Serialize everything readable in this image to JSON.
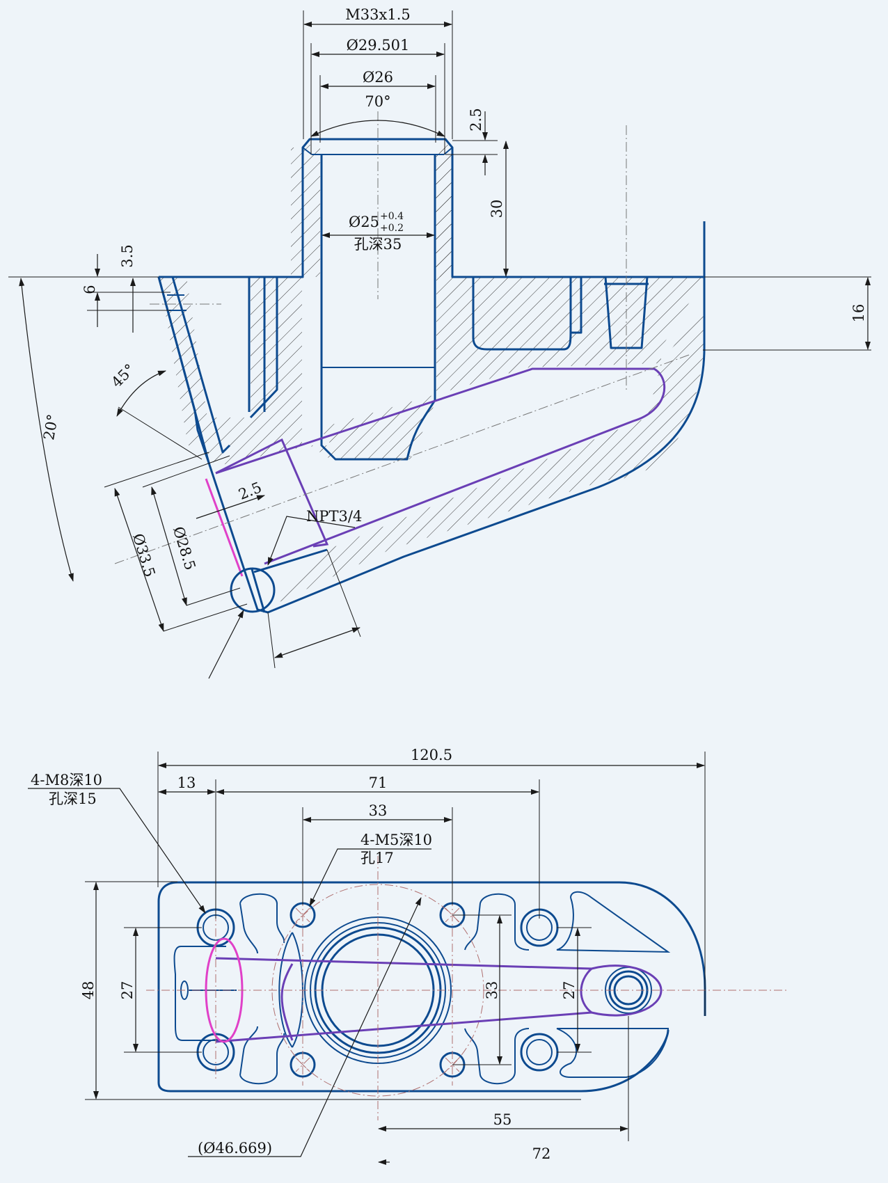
{
  "section_view": {
    "thread_label": "M33x1.5",
    "dia_29": "Ø29.501",
    "dia_26": "Ø26",
    "angle_70": "70°",
    "chamfer_2_5": "2.5",
    "depth_30": "30",
    "bore_dia": "Ø25",
    "bore_tol_upper": "+0.4",
    "bore_tol_lower": "+0.2",
    "bore_depth": "孔深35",
    "dim_3_5": "3.5",
    "dim_6": "6",
    "dim_16": "16",
    "angle_45": "45°",
    "angle_20": "20°",
    "dim_2_5_port": "2.5",
    "npt_label": "NPT3/4",
    "dia_28_5": "Ø28.5",
    "dia_33_5": "Ø33.5"
  },
  "plan_view": {
    "overall_width": "120.5",
    "dim_13": "13",
    "dim_71": "71",
    "dim_33_top": "33",
    "m8_label": "4-M8深10",
    "m8_depth": "孔深15",
    "m5_label": "4-M5深10",
    "m5_hole": "孔17",
    "dim_48": "48",
    "dim_27_left": "27",
    "dim_33_right": "33",
    "dim_27_right": "27",
    "dia_46": "(Ø46.669)",
    "dim_55": "55",
    "dim_72": "72"
  },
  "colors": {
    "outline": "#0d4a8f",
    "channel": "#6a3fb5",
    "port_face": "#e040c8",
    "background": "#eef4f9"
  }
}
